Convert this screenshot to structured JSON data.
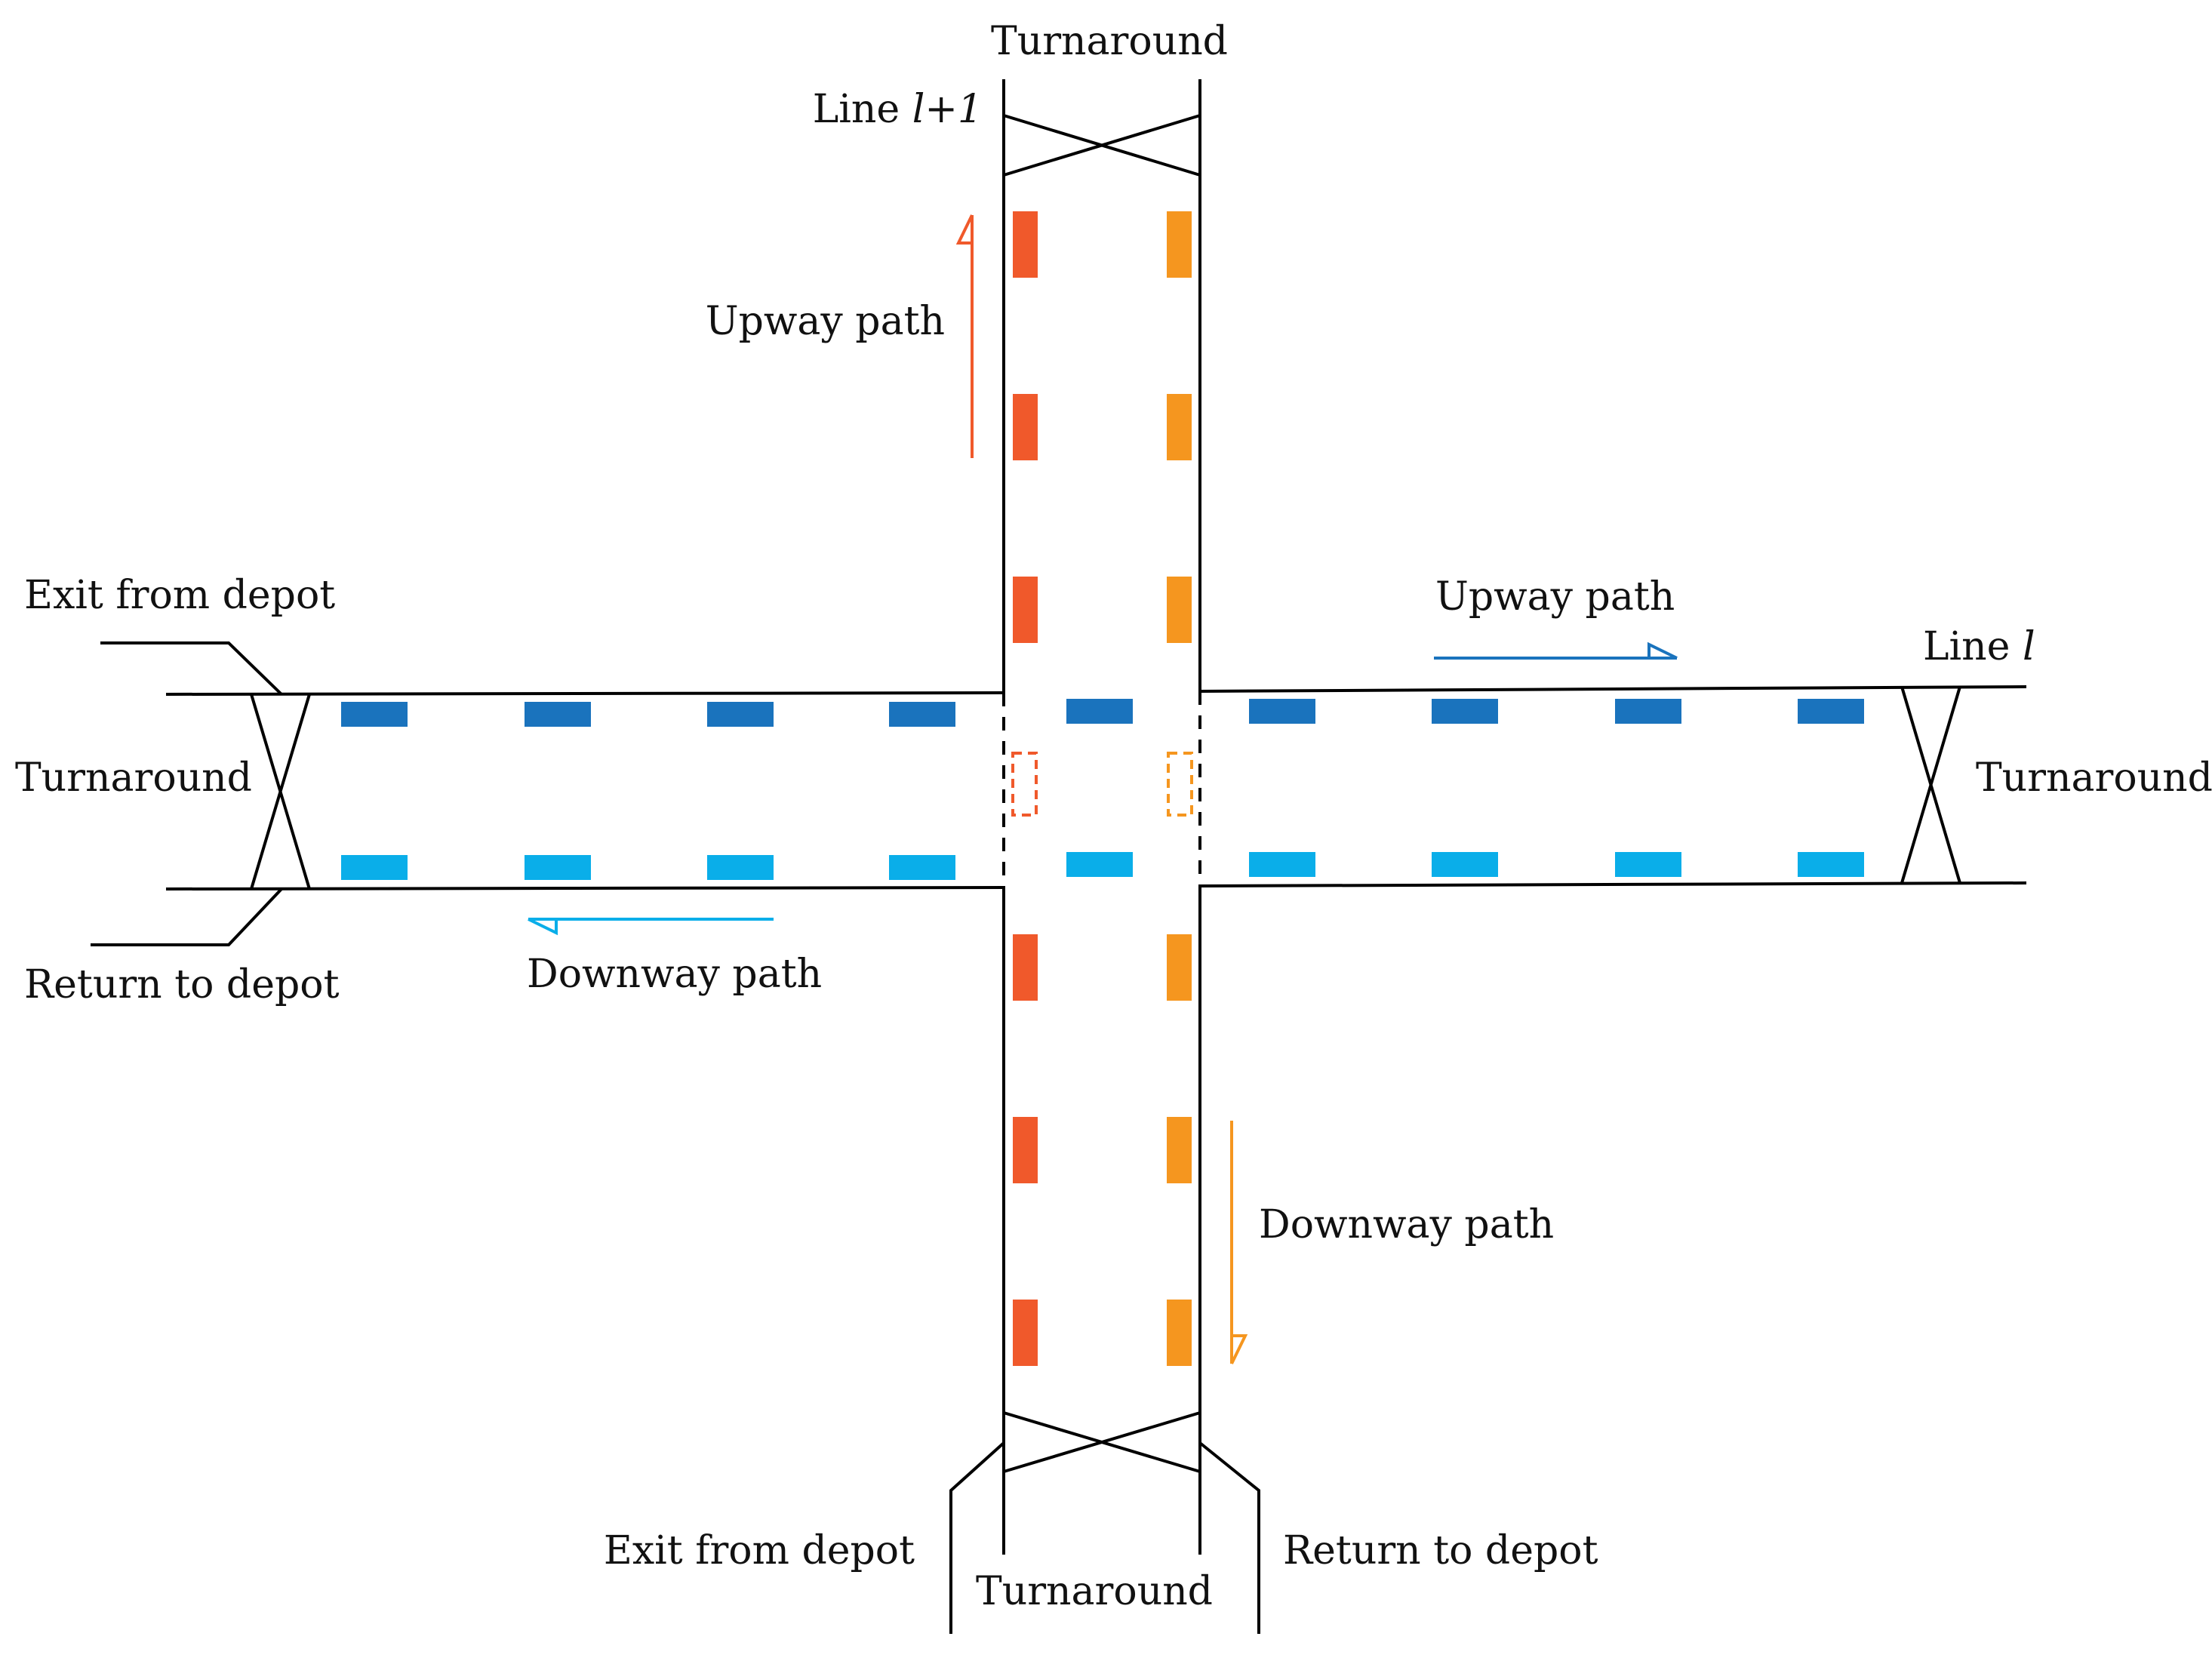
{
  "labels": {
    "top_turnaround": "Turnaround",
    "line_l1_prefix": "Line ",
    "line_l1_italic": "l+1",
    "line_l_prefix": "Line ",
    "line_l_italic": "l",
    "upway_path_vertical": "Upway path",
    "upway_path_horizontal": "Upway path",
    "downway_path_horizontal": "Downway path",
    "downway_path_vertical": "Downway path",
    "left_exit": "Exit from depot",
    "left_turnaround": "Turnaround",
    "left_return": "Return to depot",
    "right_turnaround": "Turnaround",
    "bottom_exit": "Exit from depot",
    "bottom_turnaround": "Turnaround",
    "bottom_return": "Return to depot"
  },
  "colors": {
    "line_l_upway": "#1a73bd",
    "line_l_downway": "#0aaee9",
    "line_l1_upway": "#f0592b",
    "line_l1_downway": "#f5961f",
    "track": "#000000"
  }
}
